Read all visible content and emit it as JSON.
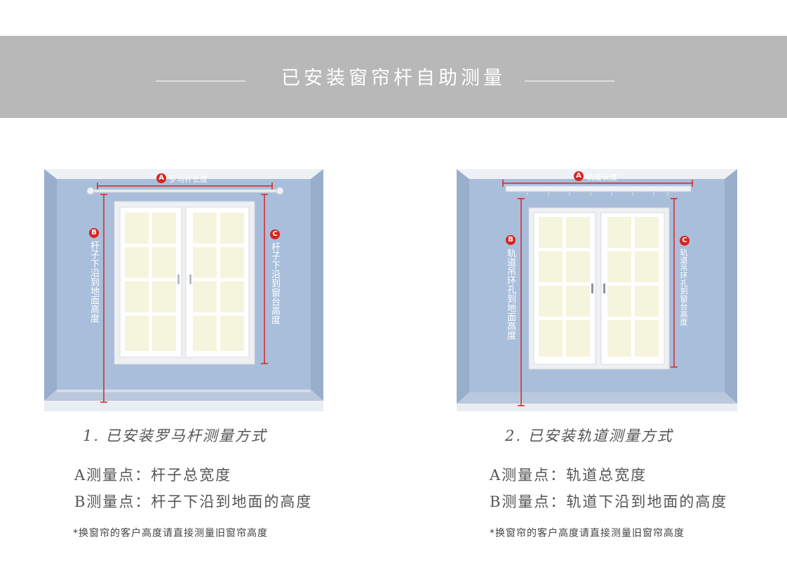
{
  "header": {
    "title": "已安装窗帘杆自助测量"
  },
  "left": {
    "diagram": {
      "badge_a": "A",
      "label_a": "罗马杆长度",
      "badge_b": "B",
      "label_b": "杆子下沿到地面高度",
      "badge_c": "C",
      "label_c": "杆子下沿到窗台高度"
    },
    "caption": "1.  已安装罗马杆测量方式",
    "line_a": "A测量点：杆子总宽度",
    "line_b": "B测量点：杆子下沿到地面的高度",
    "note": "*换窗帘的客户高度请直接测量旧窗帘高度"
  },
  "right": {
    "diagram": {
      "badge_a": "A",
      "label_a": "轨道长度",
      "badge_b": "B",
      "label_b": "轨道吊环孔到地面高度",
      "badge_c": "C",
      "label_c": "轨道吊环孔到窗台高度"
    },
    "caption": "2.  已安装轨道测量方式",
    "line_a": "A测量点：轨道总宽度",
    "line_b": "B测量点：轨道下沿到地面的高度",
    "note": "*换窗帘的客户高度请直接测量旧窗帘高度"
  },
  "colors": {
    "banner": "#b8b8b8",
    "wall": "#a9bedb",
    "measure": "#d9231f",
    "glass": "#f5f4dc"
  }
}
